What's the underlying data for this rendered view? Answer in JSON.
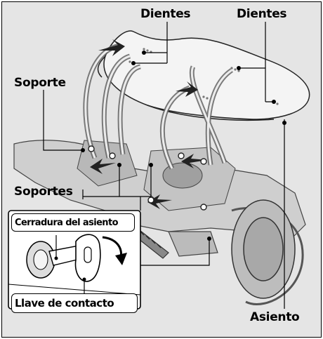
{
  "labels": {
    "dientes_left": "Dientes",
    "dientes_right": "Dientes",
    "soporte": "Soporte",
    "soportes": "Soportes",
    "cerradura": "Cerradura del asiento",
    "llave": "Llave de contacto",
    "asiento": "Asiento"
  }
}
